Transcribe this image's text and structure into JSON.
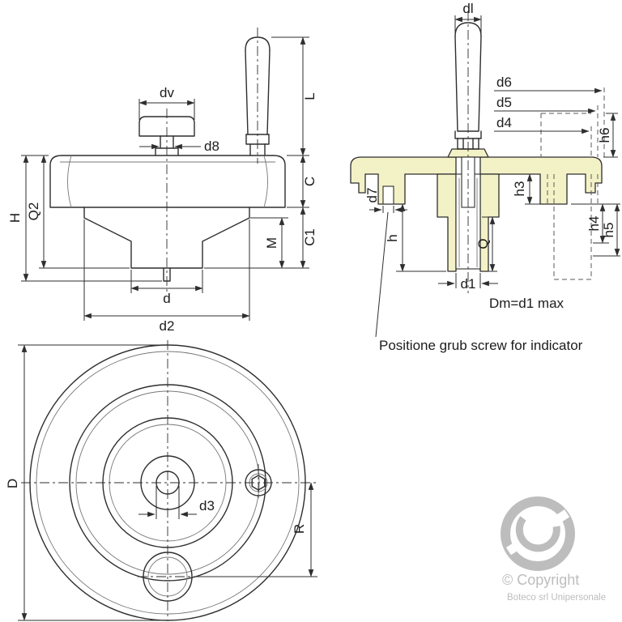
{
  "side_view": {
    "labels": {
      "dv": "dv",
      "d8": "d8",
      "L": "L",
      "C": "C",
      "H": "H",
      "Q2": "Q2",
      "M": "M",
      "C1": "C1",
      "d": "d",
      "d2": "d2"
    }
  },
  "section_view": {
    "labels": {
      "dl": "dl",
      "d6": "d6",
      "d5": "d5",
      "d4": "d4",
      "h6": "h6",
      "h3": "h3",
      "d7": "d7",
      "h": "h",
      "Q": "Q",
      "h4": "h4",
      "h5": "h5",
      "d1": "d1",
      "dm": "Dm=d1 max"
    },
    "annotation": "Positione grub screw for indicator"
  },
  "front_view": {
    "labels": {
      "D": "D",
      "d3": "d3",
      "R": "R"
    }
  },
  "watermark": {
    "line1": "© Copyright",
    "line2": "Boteco srl Unipersonale"
  },
  "colors": {
    "line": "#2e2e2e",
    "section_fill": "#f3f1c6",
    "watermark": "#bdbdbd"
  }
}
